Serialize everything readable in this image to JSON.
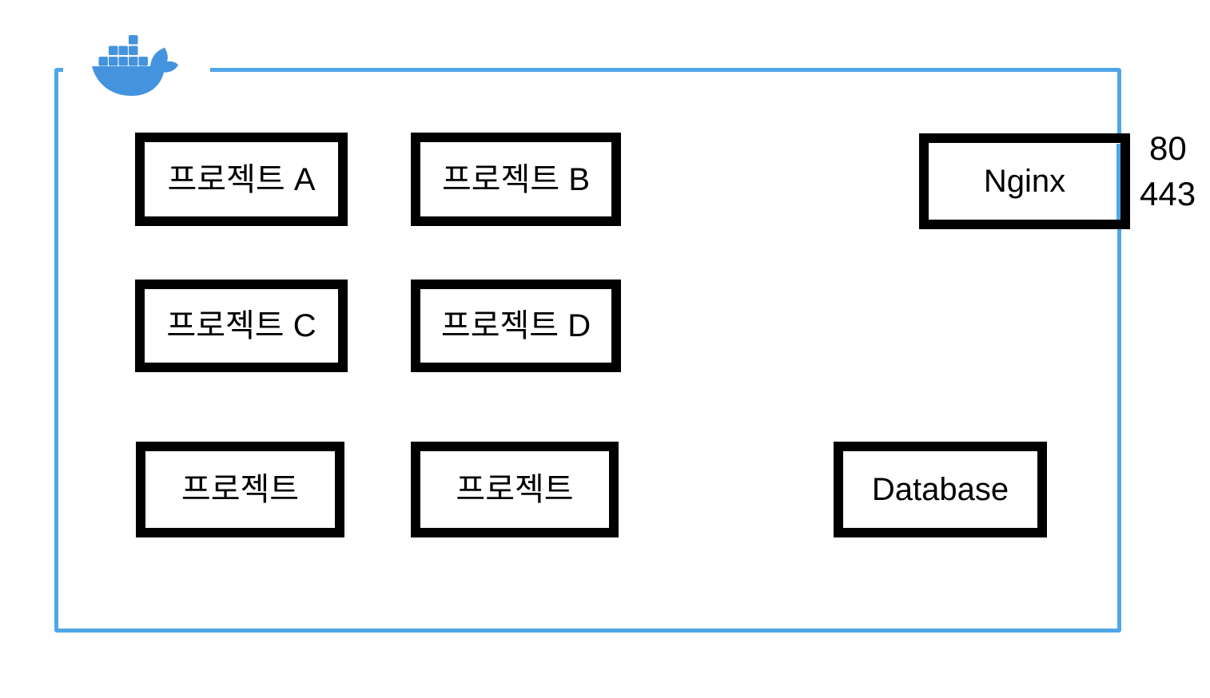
{
  "containers": [
    {
      "label": "프로젝트 A"
    },
    {
      "label": "프로젝트 B"
    },
    {
      "label": "Nginx"
    },
    {
      "label": "프로젝트 C"
    },
    {
      "label": "프로젝트 D"
    },
    {
      "label": "프로젝트"
    },
    {
      "label": "프로젝트"
    },
    {
      "label": "Database"
    }
  ],
  "ports": [
    {
      "label": "80"
    },
    {
      "label": "443"
    }
  ],
  "icons": {
    "docker_whale": "docker-whale-icon"
  },
  "colors": {
    "host_border_blue": "#4FA6E8",
    "whale_blue": "#4493DF",
    "box_border_black": "#000000",
    "box_fill": "#FFFFFF",
    "text": "#000000",
    "background": "#FFFFFF"
  }
}
